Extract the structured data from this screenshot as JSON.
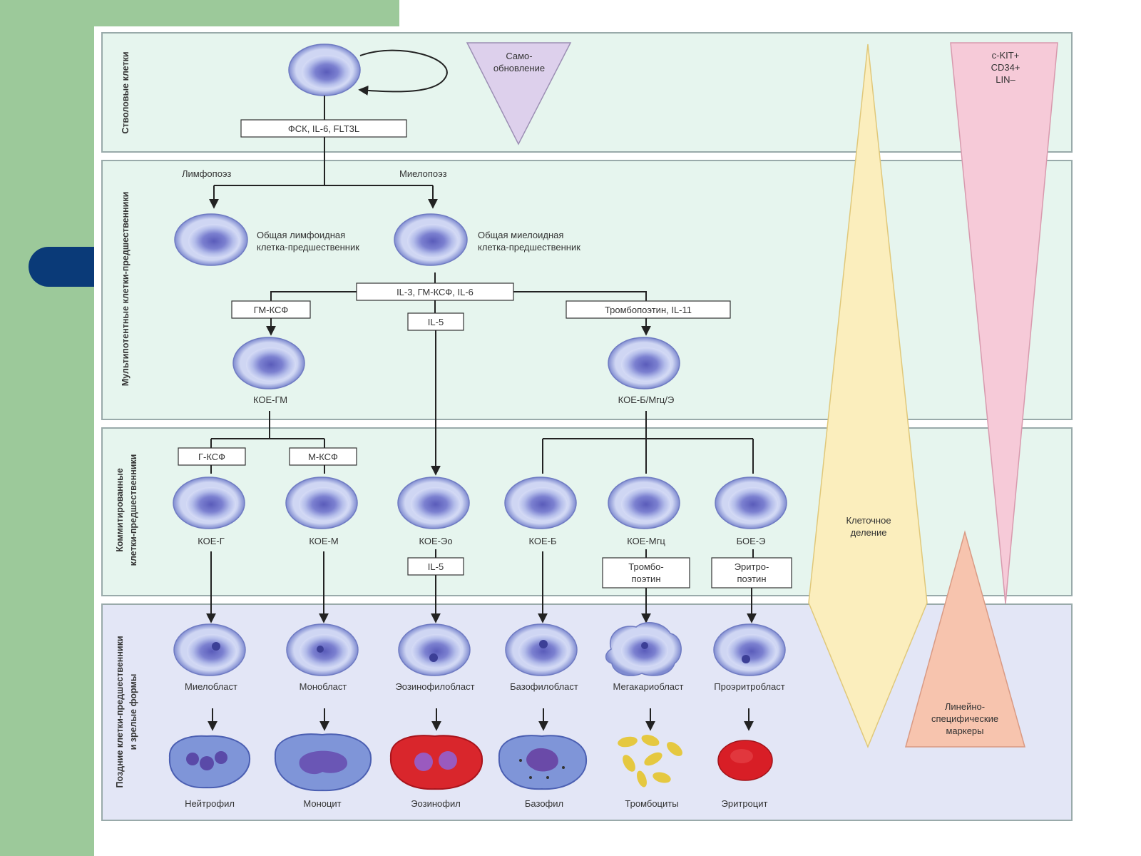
{
  "sections": {
    "stem": "Стволовые клетки",
    "multipotent": "Мультипотентные клетки-предшественники",
    "committed_1": "Коммитированные",
    "committed_2": "клетки-предшественники",
    "late_1": "Поздние клетки-предшественники",
    "late_2": "и зрелые формы"
  },
  "stem": {
    "self_renewal_1": "Само-",
    "self_renewal_2": "обновление",
    "factors": "ФСК, IL-6, FLT3L"
  },
  "branches": {
    "lymphopoiesis": "Лимфопоэз",
    "myelopoiesis": "Миелопоэз"
  },
  "progenitors": {
    "lymphoid_1": "Общая лимфоидная",
    "lymphoid_2": "клетка-предшественник",
    "myeloid_1": "Общая миелоидная",
    "myeloid_2": "клетка-предшественник"
  },
  "factors": {
    "il3_group": "IL-3, ГМ-КСФ, IL-6",
    "gm_csf": "ГМ-КСФ",
    "il5_top": "IL-5",
    "tpo_il11": "Тромбопоэтин, IL-11",
    "g_csf": "Г-КСФ",
    "m_csf": "М-КСФ",
    "il5_bottom": "IL-5",
    "tpo_1": "Тромбо-",
    "tpo_2": "поэтин",
    "epo_1": "Эритро-",
    "epo_2": "поэтин"
  },
  "cfu": {
    "gm": "КОЕ-ГМ",
    "b_mgc_e": "КОЕ-Б/Мгц/Э",
    "g": "КОЕ-Г",
    "m": "КОЕ-М",
    "eo": "КОЕ-Эо",
    "b": "КОЕ-Б",
    "mgc": "КОЕ-Мгц",
    "boe": "БОЕ-Э"
  },
  "blasts": [
    "Миелобласт",
    "Монобласт",
    "Эозинофилобласт",
    "Базофилобласт",
    "Мегакариобласт",
    "Проэритробласт"
  ],
  "mature": [
    "Нейтрофил",
    "Моноцит",
    "Эозинофил",
    "Базофил",
    "Тромбоциты",
    "Эритроцит"
  ],
  "triangles": {
    "markers_top_1": "c-KIT+",
    "markers_top_2": "CD34+",
    "markers_top_3": "LIN–",
    "cell_division_1": "Клеточное",
    "cell_division_2": "деление",
    "lineage_1": "Линейно-",
    "lineage_2": "специфические",
    "lineage_3": "маркеры"
  },
  "colors": {
    "band_light": "#e6f5ee",
    "band_late": "#e3e6f6",
    "self_renewal_triangle": "#ddd0ec",
    "pink_triangle": "#f6cad8",
    "yellow_diamond": "#fbeebd",
    "salmon_triangle": "#f7c4ae",
    "cell_body": "#c7d0f2",
    "cell_nucleus": "#6a6ec6",
    "eosinophil": "#d9262c",
    "erythrocyte": "#d81e26",
    "platelet": "#e5c840",
    "side_tab": "#0a3a78",
    "side_green": "#9cc99a"
  }
}
